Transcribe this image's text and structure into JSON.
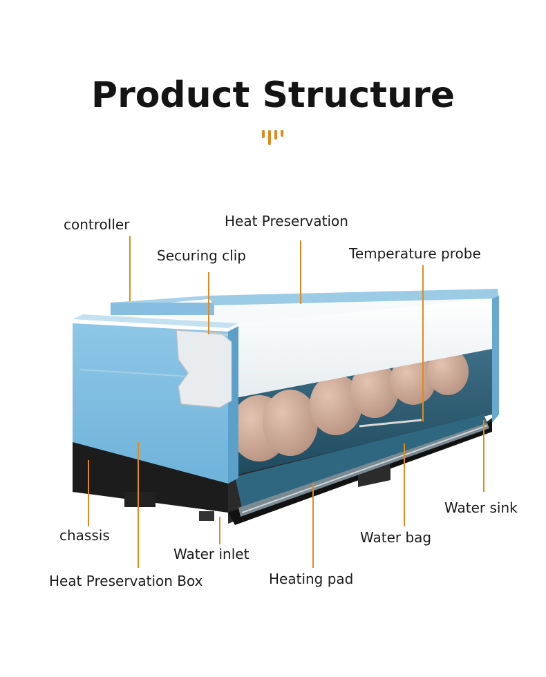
{
  "title": "Product Structure",
  "accent_color": "#e08a1e",
  "labels": {
    "controller": "controller",
    "heat_preservation": "Heat Preservation",
    "securing_clip": "Securing clip",
    "temperature_probe": "Temperature probe",
    "water_sink": "Water sink",
    "chassis": "chassis",
    "water_bag": "Water bag",
    "water_inlet": "Water inlet",
    "heat_preservation_box": "Heat Preservation Box",
    "heating_pad": "Heating pad"
  }
}
